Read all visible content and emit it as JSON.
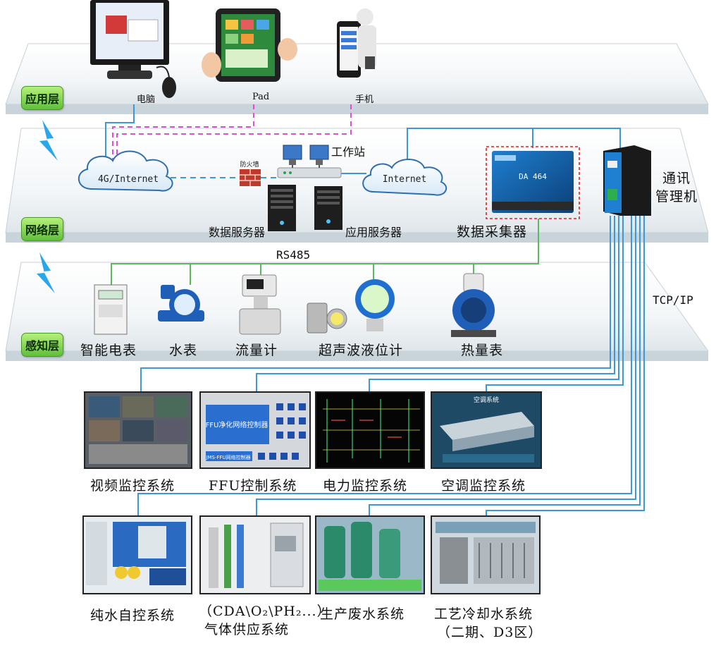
{
  "layers": {
    "app": "应用层",
    "net": "网络层",
    "sense": "感知层"
  },
  "devices": {
    "pc": "电脑",
    "pad": "Pad",
    "phone": "手机",
    "workstation": "工作站",
    "cloud_left": "4G/Internet",
    "cloud_right": "Internet",
    "firewall": "防火墙",
    "data_server": "数据服务器",
    "app_server": "应用服务器",
    "collector": "数据采集器",
    "collector_screen": "DA 464",
    "comm_manager_line1": "通讯",
    "comm_manager_line2": "管理机"
  },
  "buses": {
    "rs485": "RS485",
    "tcpip": "TCP/IP"
  },
  "meters": [
    "智能电表",
    "水表",
    "流量计",
    "超声波液位计",
    "热量表"
  ],
  "systems_row1": [
    "视频监控系统",
    "FFU控制系统",
    "电力监控系统",
    "空调监控系统"
  ],
  "systems_row2": [
    {
      "line1": "纯水自控系统",
      "line2": ""
    },
    {
      "line1": "（CDA\\O₂\\PH₂...）",
      "line2": "气体供应系统"
    },
    {
      "line1": "生产废水系统",
      "line2": ""
    },
    {
      "line1": "工艺冷却水系统",
      "line2": "（二期、D3区）"
    }
  ],
  "ffu_panel": {
    "title": "FFU净化网络控制器",
    "footer": "JMS-FFU网络控制器"
  },
  "aircon_title": "空调系统",
  "colors": {
    "badge_green": "#6cc43f",
    "bus_green": "#5cb85c",
    "line_blue": "#3a9ad9",
    "line_magenta": "#e04fd0",
    "firewall_red": "#c0392b",
    "collector_frame": "#e02020"
  }
}
